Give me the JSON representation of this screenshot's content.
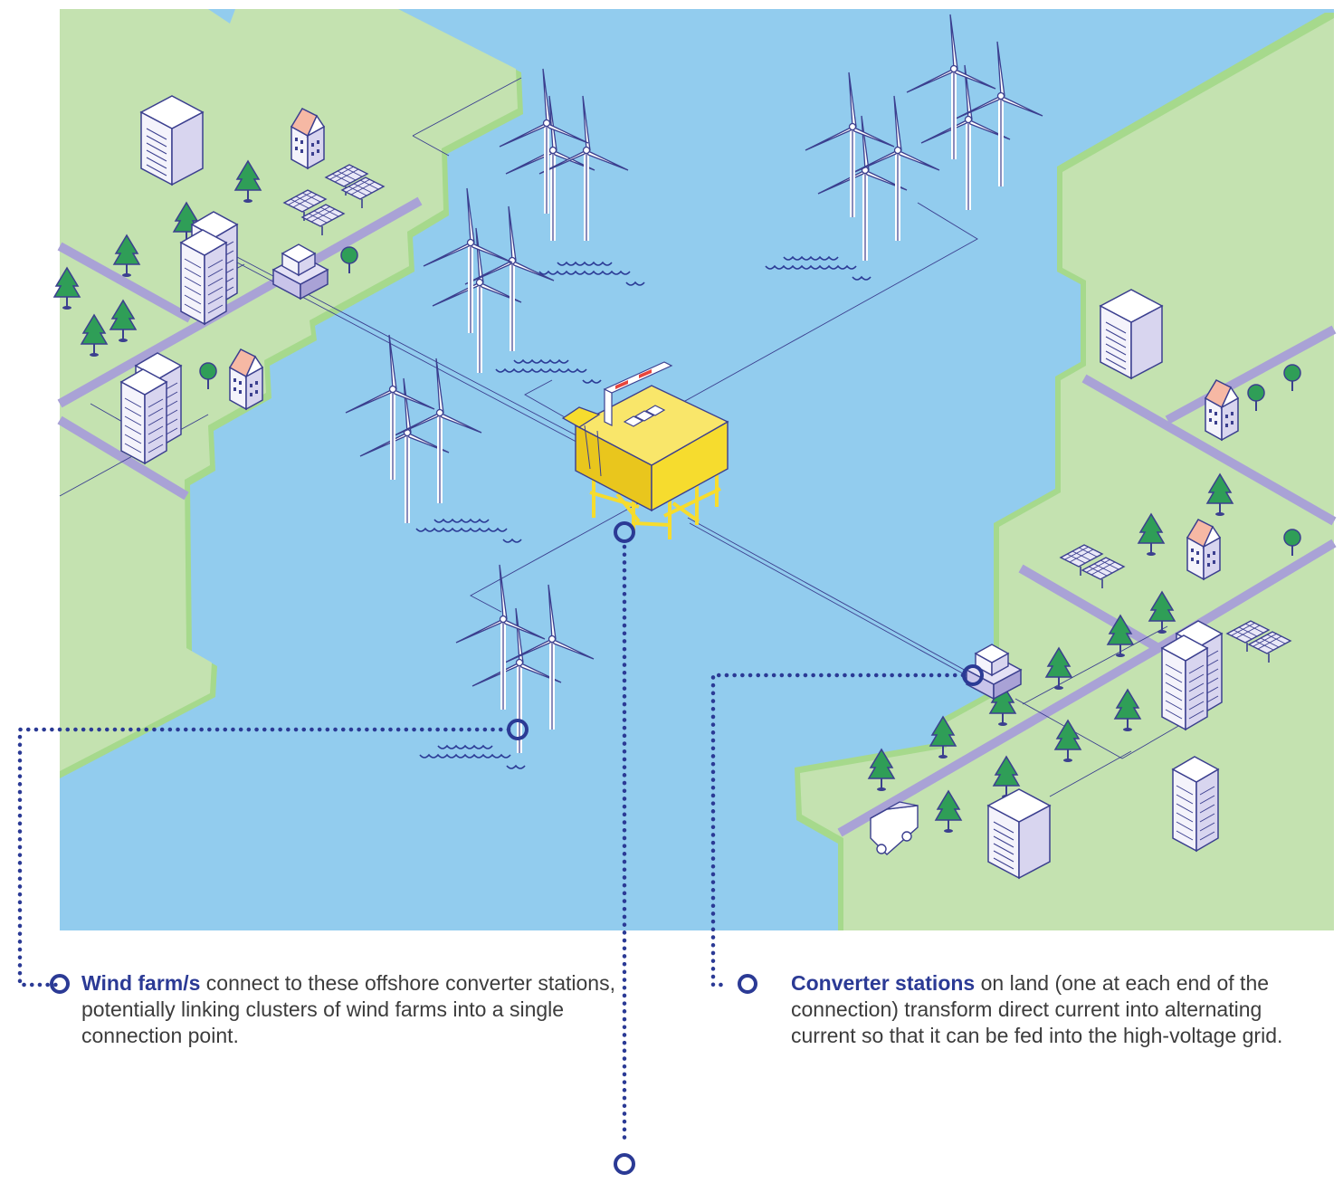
{
  "captions": {
    "wind_farm": {
      "term": "Wind farm/s",
      "text": " connect to these offshore converter stations, potentially linking clusters of wind farms into a single connection point."
    },
    "converter_stations": {
      "term": "Converter stations",
      "text": " on land (one at each end of the connection) transform direct current into alternating current so that it can be fed into the high-voltage grid."
    }
  },
  "colors": {
    "sea": "#92ccee",
    "land": "#c4e2b0",
    "coast": "#a6d98c",
    "road": "#a9a2d6",
    "platform": "#f6dc2e",
    "callout": "#2b3a95",
    "tree": "#2f9e57",
    "building": "#ebe9f7",
    "roof": "#f6b8a4"
  },
  "icons": [
    "wind-turbine-icon",
    "offshore-platform-icon",
    "converter-station-icon",
    "building-icon",
    "tree-icon",
    "solar-panel-icon",
    "van-icon",
    "callout-marker-icon"
  ]
}
